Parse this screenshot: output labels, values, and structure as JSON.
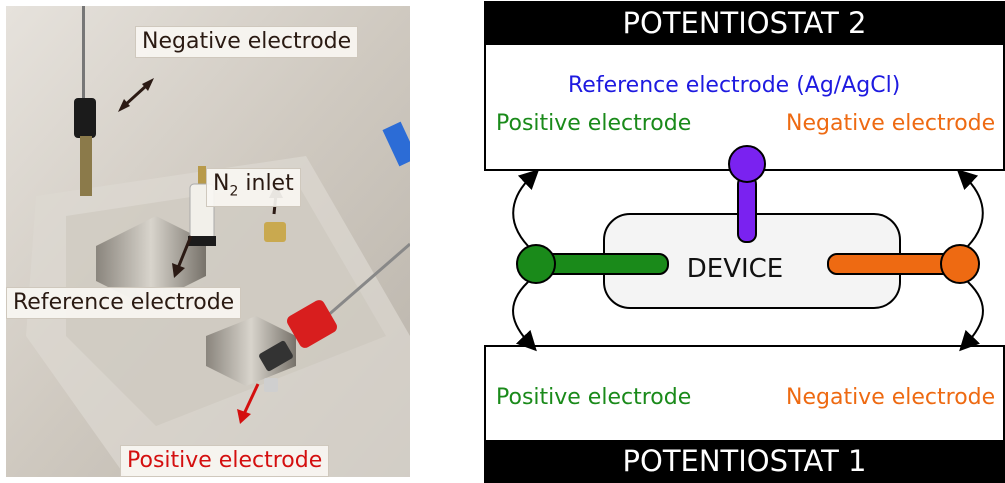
{
  "photo": {
    "labels": {
      "negative": "Negative electrode",
      "n2_main": "N",
      "n2_sub": "2",
      "n2_rest": " inlet",
      "reference": "Reference electrode",
      "positive": "Positive electrode"
    },
    "colors": {
      "label_text": "#2a1a12",
      "positive_text": "#d40f0f",
      "arrow_dark": "#2b1a14",
      "arrow_red": "#d40f0f"
    }
  },
  "schematic": {
    "potentiostat_top": "POTENTIOSTAT 2",
    "potentiostat_bottom": "POTENTIOSTAT 1",
    "reference_label": "Reference electrode (Ag/AgCl)",
    "top_positive": "Positive electrode",
    "top_negative": "Negative electrode",
    "bottom_positive": "Positive electrode",
    "bottom_negative": "Negative electrode",
    "device": "DEVICE",
    "colors": {
      "positive": "#1a8a1a",
      "negative": "#ee6a12",
      "reference": "#7a22f0",
      "bar": "#000000"
    }
  }
}
